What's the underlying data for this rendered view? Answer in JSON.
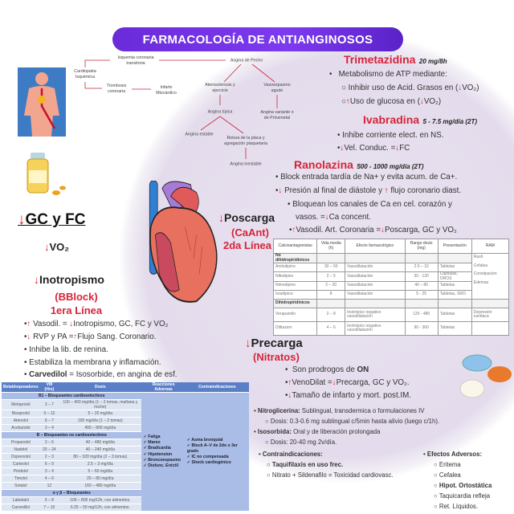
{
  "title": "FARMACOLOGÍA DE ANTIANGINOSOS",
  "flowchart": {
    "cardiopatia": "Cardiopatía Isquémica",
    "isquemia": "Isquemia coronaria transitoria",
    "trombosis": "Trombosis coronaria",
    "infarto": "Infarto Miocárdico",
    "angina_pecho": "Angina de Pecho",
    "ateros": "Aterosclerosis y ejercicio",
    "vasoesp": "Vasoespasmo agudo",
    "tipica": "Angina típica",
    "variante": "Angina variante o de Prinzmetal",
    "estable": "Angina estable",
    "rotura": "Rotura de la placa y agregación plaquetaria",
    "inestable": "Angina inestable"
  },
  "trimetazidina": {
    "name": "Trimetazidina",
    "dose": "20 mg/8h",
    "b1": "Metabolismo de ATP mediante:",
    "b2a": "Inhibir uso de Acid. Grasos en  (",
    "b2b": "VO₂)",
    "b3a": "Uso de glucosa en (",
    "b3b": "VO₂)"
  },
  "ivabradina": {
    "name": "Ivabradina",
    "dose": "5 - 7.5 mg/día (2T)",
    "b1": "Inhibe corriente elect. en NS.",
    "b2a": "Vel. Conduc. =",
    "b2b": "FC"
  },
  "ranolazina": {
    "name": "Ranolazina",
    "dose": "500 - 1000 mg/día (2T)",
    "b1": "Block entrada tardía de Na+ y evita acum. de Ca+.",
    "b2a": " Presión al final de diástole y ",
    "b2b": " flujo coronario diast.",
    "b3": "Bloquean los canales de Ca en cel. corazón y",
    "b4a": "vasos. =",
    "b4b": "Ca concent.",
    "b5a": "Vasodil. Art. Coronaria =",
    "b5b": "Poscarga, GC y VO₂"
  },
  "left": {
    "gc": "GC y FC",
    "vo2": "VO₂",
    "inotrop": "Inotropismo",
    "bblock": "(BBlock)",
    "linea1": "1era Línea",
    "l1a": " Vasodil. = ",
    "l1b": "Inotropismo, GC, FC y VO₂",
    "l2a": " RVP y PA =",
    "l2b": "Flujo Sang. Coronario.",
    "l3": "Inhibe la lib. de renina.",
    "l4": "Estabiliza la membrana y inflamación.",
    "l5a": "Carvedilol",
    "l5b": " = Isosorbide, en angina de esf."
  },
  "poscarga": {
    "label": "Poscarga",
    "caant": "(CaAnt)",
    "linea2": "2da Línea"
  },
  "precarga": {
    "label": "Precarga",
    "nitratos": "(Nitratos)",
    "b1a": "Son prodrogos de ",
    "b1b": "ON",
    "b2a": "VenoDilat =",
    "b2b": "Precarga, GC y VO₂.",
    "b3": "Tamaño de infarto y mort. post.IM."
  },
  "nitro": {
    "nitro_label": "Nitroglicerina:",
    "nitro_text": " Sublingual, transdermica o formulaciones IV",
    "nitro_dose": "Dosis: 0.3-0.6 mg sublingual c/5min hasta alivio (luego c/1h).",
    "iso_label": "Isosorbida:",
    "iso_text": " Oral y de liberación prolongada",
    "iso_dose": "Dosis: 20-40 mg 2v/día.",
    "contra_label": "Contraindicaciones:",
    "contra": [
      "Taquifilaxis en uso frec.",
      "Nitrato + Sildenafilo = Toxicidad cardiovasc."
    ],
    "adv_label": "Efectos Adversos:",
    "adv": [
      "Eritema",
      "Cefalea",
      "Hipot. Ortostática",
      "Taquicardia refleja",
      "Ret. Líquidos."
    ]
  },
  "ca_table": {
    "headers": [
      "Calcioantagonistas",
      "Vida media (h)",
      "Efecto farmacológico",
      "Rango dosis (mg)",
      "Presentación",
      "RAM"
    ],
    "rows": [
      {
        "group": "No dihidropiridínicos"
      },
      {
        "cells": [
          "Amlodipino",
          "30 – 50",
          "Vasodilatación",
          "2.5 – 10",
          "Tabletas"
        ]
      },
      {
        "cells": [
          "Nifedipino",
          "2 – 5",
          "Vasodilatación",
          "30 - 120",
          "Cápsulas, OROS"
        ]
      },
      {
        "cells": [
          "Nimodipino",
          "2 – 20",
          "Vasodilatación",
          "40 – 80",
          "Tabletas"
        ]
      },
      {
        "cells": [
          "Isradipino",
          "8",
          "Vasodilatación",
          "5 - 25",
          "Tabletas, SRO"
        ]
      },
      {
        "group": "Dihidropiridínicos"
      },
      {
        "cells": [
          "Verapamilo",
          "2 – 8",
          "Inotrópico negativo vasodilatación",
          "120 - 480",
          "Tabletas",
          "Depresión cardiaca"
        ]
      },
      {
        "cells": [
          "Diltiazem",
          "4 – 6",
          "Inotrópico negativo vasodilatación",
          "90 - 360",
          "Tabletas",
          ""
        ]
      }
    ],
    "ram": [
      "Rash",
      "Cefalea",
      "Constipación",
      "Edemas"
    ]
  },
  "bb_table": {
    "headers": [
      "Betabloqueadores",
      "VM (Hrs)",
      "Dosis",
      "Reacciones Adversas",
      "Contraindicaciones"
    ],
    "rows": [
      {
        "group": "B1 – Bloqueantes cardioselectivos"
      },
      {
        "cells": [
          "Metoprolol",
          "3 – 7",
          "100 – 400 mg/día (1 – 2 tomas, mañana y noche)"
        ]
      },
      {
        "cells": [
          "Bisoprolol",
          "9 – 12",
          "5 – 20 mg/día"
        ]
      },
      {
        "cells": [
          "Atenolol",
          "6 – 7",
          "100 mg/día (1 – 2 tomas)"
        ]
      },
      {
        "cells": [
          "Acebutolol",
          "3 – 4",
          "400 – 800 mg/día"
        ]
      },
      {
        "group": "B – Bloqueantes no cardioselectivos"
      },
      {
        "cells": [
          "Propanolol",
          "3 – 6",
          "40 – 480 mg/día"
        ]
      },
      {
        "cells": [
          "Nadolol",
          "20 – 24",
          "40 – 240 mg/día"
        ]
      },
      {
        "cells": [
          "Oxprenolol",
          "2 – 3",
          "80 – 320 mg/día (2 – 3 tomas)"
        ]
      },
      {
        "cells": [
          "Carteolol",
          "6 – 9",
          "2.5 – 3 mg/día"
        ]
      },
      {
        "cells": [
          "Pindolol",
          "3 – 4",
          "5 – 60 mg/día"
        ]
      },
      {
        "cells": [
          "Timolol",
          "4 – 6",
          "20 – 80 mg/día"
        ]
      },
      {
        "cells": [
          "Sotalol",
          "12",
          "160 – 480 mg/día"
        ]
      },
      {
        "group": "α y β – Bloqueantes"
      },
      {
        "cells": [
          "Labetalol",
          "5 – 8",
          "100 – 800 mg/12h, con alimentos."
        ]
      },
      {
        "cells": [
          "Carvedilol",
          "7 – 10",
          "6.25 – 50 mg/12h, con alimentos."
        ]
      }
    ],
    "adverse": [
      "Fatiga",
      "Mareo",
      "Bradicardia",
      "Hipotension",
      "Broncoespasmo",
      "Disfunc. Eréctil"
    ],
    "contra": [
      "Asma bronquial",
      "Block A–V de 2do o 3er grado",
      "IC no compensada",
      "Shock cardiogénico"
    ]
  },
  "colors": {
    "banner": "#6a2bd9",
    "accent_red": "#d6243a",
    "arrow": "#e0262c",
    "table_header": "#5b7fc7"
  }
}
